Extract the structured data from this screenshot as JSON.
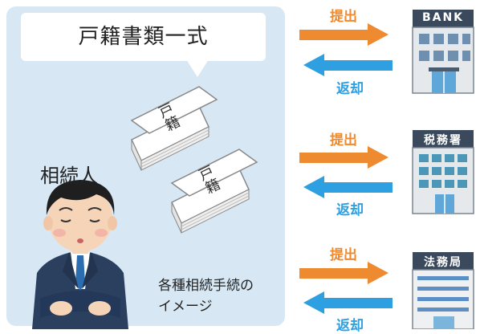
{
  "bubble": {
    "text": "戸籍書類一式"
  },
  "heir": {
    "label": "相続人"
  },
  "documents": [
    {
      "label": "戸籍"
    },
    {
      "label": "戸籍"
    }
  ],
  "caption": {
    "line1": "各種相続手続の",
    "line2": "イメージ"
  },
  "flows": [
    {
      "submit": "提出",
      "return": "返却",
      "institution": "BANK"
    },
    {
      "submit": "提出",
      "return": "返却",
      "institution": "税務署"
    },
    {
      "submit": "提出",
      "return": "返却",
      "institution": "法務局"
    }
  ],
  "colors": {
    "panel": "#d7e8f4",
    "submit_arrow": "#ee8a2f",
    "return_arrow": "#2e9fe0",
    "building_sign": "#3a4a5c"
  }
}
